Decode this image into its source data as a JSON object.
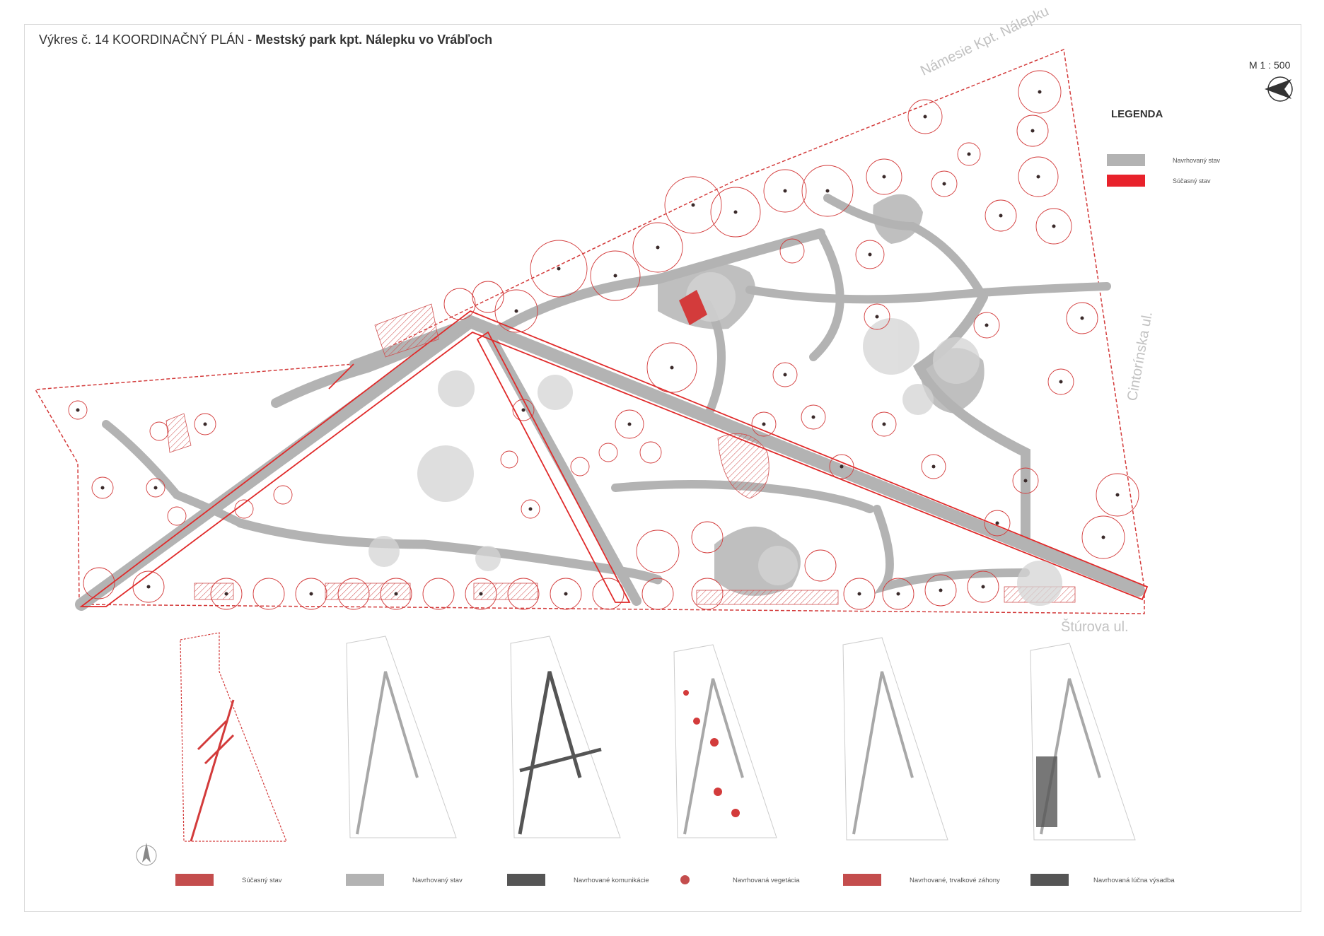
{
  "title": {
    "prefix": "Výkres č. 14 KOORDINAČNÝ PLÁN - ",
    "bold": "Mestský park kpt. Nálepku vo Vrábľoch"
  },
  "scale": "M 1 : 500",
  "legend": {
    "title": "LEGENDA",
    "items": [
      {
        "label": "Navrhovaný stav",
        "color": "#b3b3b3"
      },
      {
        "label": "Súčasný stav",
        "color": "#e8222b"
      }
    ]
  },
  "streets": {
    "north": "Námesie Kpt. Nálepku",
    "east": "Cintorínska ul.",
    "south": "Štúrova ul."
  },
  "colors": {
    "proposed": "#b3b3b3",
    "current": "#e02a2a",
    "tree_outline": "#d33b3b",
    "roads_dark": "#555555",
    "perennial": "#c44d4d"
  },
  "bottom_legend": [
    {
      "label": "Súčasný stav",
      "color": "#c44d4d",
      "shape": "swatch"
    },
    {
      "label": "Navrhovaný stav",
      "color": "#b3b3b3",
      "shape": "swatch"
    },
    {
      "label": "Navrhované komunikácie",
      "color": "#555555",
      "shape": "swatch"
    },
    {
      "label": "Navrhovaná vegetácia",
      "color": "#c44d4d",
      "shape": "dot"
    },
    {
      "label": "Navrhované, trvalkové záhony",
      "color": "#c44d4d",
      "shape": "swatch"
    },
    {
      "label": "Navrhovaná lúčna výsadba",
      "color": "#555555",
      "shape": "swatch"
    }
  ],
  "icons": [
    "north-arrow-icon",
    "north-arrow-small-icon"
  ]
}
